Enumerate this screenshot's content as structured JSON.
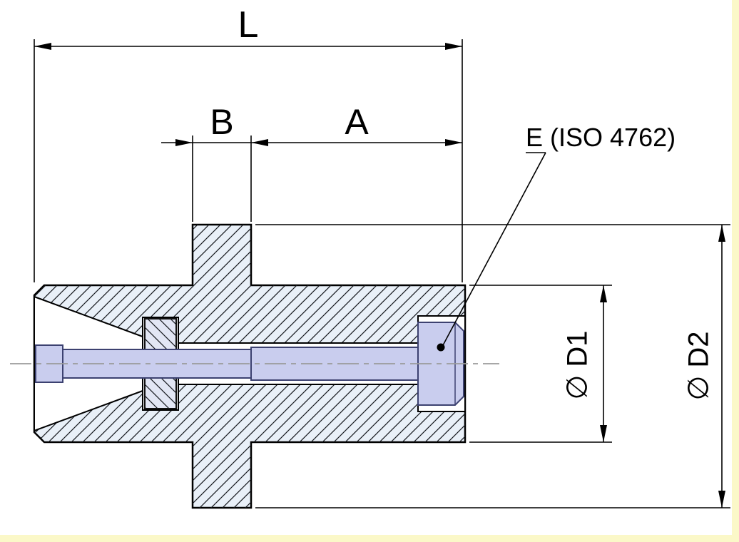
{
  "drawing": {
    "dimensions": {
      "overall_length": {
        "label": "L"
      },
      "dim_b": {
        "label": "B"
      },
      "dim_a": {
        "label": "A"
      },
      "diameter_1": {
        "label": "∅ D1"
      },
      "diameter_2": {
        "label": "∅ D2"
      }
    },
    "callouts": {
      "screw_note": {
        "label": "E (ISO 4762)"
      }
    },
    "colors": {
      "line": "#000000",
      "body_fill": "#e9f0f8",
      "hatch_line": "#14171c",
      "screw_fill": "#c9cdee",
      "screw_outline": "#3c4170",
      "nut_fill": "#e2e6f4",
      "centerline": "#9b9b9b",
      "page_edge": "#fbf8c8",
      "background": "#ffffff"
    }
  }
}
